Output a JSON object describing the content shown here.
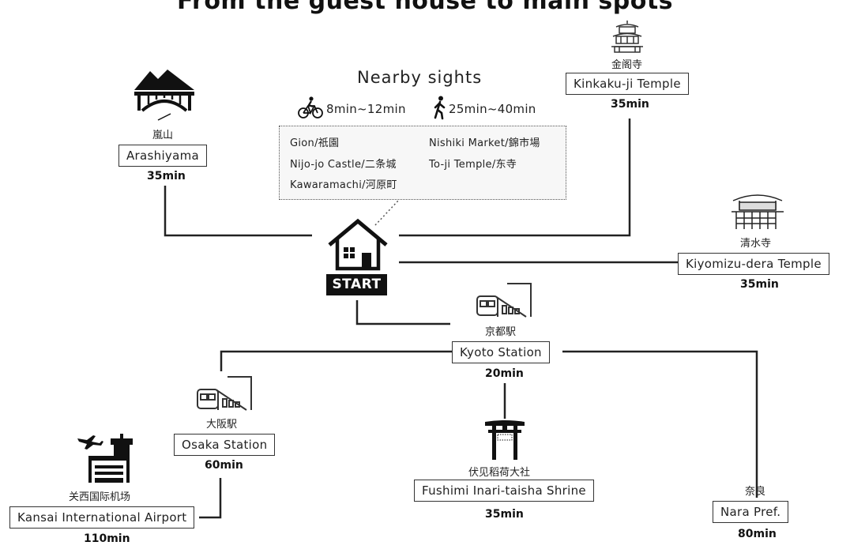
{
  "title": "From the guest house to main spots",
  "nearby": {
    "heading": "Nearby sights",
    "bike_time": "8min~12min",
    "walk_time": "25min~40min",
    "sights": [
      "Gion/祇園",
      "Nishiki Market/錦市場",
      "Nijo-jo Castle/二条城",
      "To-ji Temple/东寺",
      "Kawaramachi/河原町"
    ]
  },
  "start_label": "START",
  "destinations": {
    "arashiyama": {
      "jp": "嵐山",
      "name": "Arashiyama",
      "time": "35min"
    },
    "kinkakuji": {
      "jp": "金阁寺",
      "name": "Kinkaku-ji Temple",
      "time": "35min"
    },
    "kiyomizu": {
      "jp": "清水寺",
      "name": "Kiyomizu-dera Temple",
      "time": "35min"
    },
    "kyoto": {
      "jp": "京都駅",
      "name": "Kyoto Station",
      "time": "20min"
    },
    "osaka": {
      "jp": "大阪駅",
      "name": "Osaka Station",
      "time": "60min"
    },
    "kansai": {
      "jp": "关西国际机场",
      "name": "Kansai International Airport",
      "time": "110min"
    },
    "fushimi": {
      "jp": "伏见稻荷大社",
      "name": "Fushimi Inari-taisha Shrine",
      "time": "35min"
    },
    "nara": {
      "jp": "奈良",
      "name": "Nara Pref.",
      "time": "80min"
    }
  }
}
